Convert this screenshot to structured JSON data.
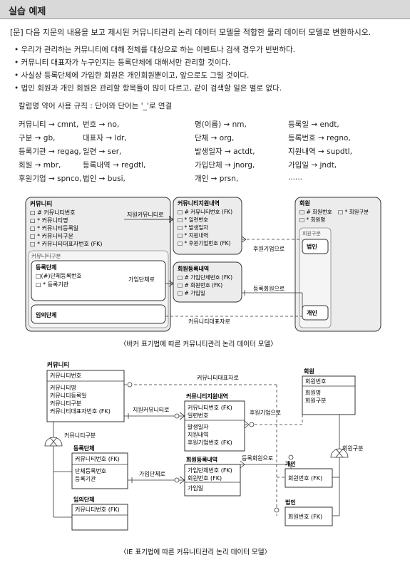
{
  "header": {
    "title": "실습 예제"
  },
  "question": "[문] 다음 지문의 내용을 보고 제시된 커뮤니티관리 논리 데이터 모델을 적합한 물리 데이터 모델로 변환하시오.",
  "bullets": [
    "• 우리가 관리하는 커뮤니티에 대해 전체를 대상으로 하는 이벤트나 검색 경우가 빈번하다.",
    "• 커뮤니티 대표자가 누구인지는 등록단체에 대해서만 관리할 것이다.",
    "• 사실상 등록단체에 가입한 회원은 개인회원뿐이고, 앞으로도 그럴 것이다.",
    "• 법인 회원과 개인 회원은 관리할 항목들이 많이 다르고, 같이 검색할 일은 별로 없다."
  ],
  "rule": "칼럼명 약어 사용 규칙 : 단어와 단어는 '_'로 연결",
  "abbrev": [
    [
      "커뮤니티 → cmnt,",
      "번호 → no,",
      "명(이름) → nm,",
      "등록일 → endt,"
    ],
    [
      "구분 → gb,",
      "대표자 → ldr,",
      "단체 → org,",
      "등록번호 → regno,"
    ],
    [
      "등록기관 → regag,",
      "일련 → ser,",
      "발생일자 → actdt,",
      "지원내역 → supdtl,"
    ],
    [
      "회원 → mbr,",
      "등록내역 → regdtl,",
      "가입단체 → jnorg,",
      "가입일 → jndt,"
    ],
    [
      "후원기업 → spnco,",
      "법인 → busi,",
      "개인 → prsn,",
      "......"
    ]
  ],
  "d1": {
    "cmnt_title": "커뮤니티",
    "cmnt_attrs": [
      "□ # 커뮤니티번호",
      "□ * 커뮤니티명",
      "□ * 커뮤니티등록일",
      "□ * 커뮤니티구분",
      "□ * 커뮤니티대표자번호 (FK)"
    ],
    "cmnt_gb": "커뮤니티구분",
    "regorg_title": "등록단체",
    "regorg_attrs": [
      "□(#)단체등록번호",
      "□ * 등록기관"
    ],
    "anon_title": "임의단체",
    "sup_title": "커뮤니티지원내역",
    "sup_attrs": [
      "□ # 커뮤니티번호 (FK)",
      "□ * 일련번호",
      "□ * 발생일자",
      "□ * 지원내역",
      "□ * 후원기업번호 (FK)"
    ],
    "mreg_title": "회원등록내역",
    "mreg_attrs": [
      "□ # 가입단체번호 (FK)",
      "□ # 회원번호 (FK)",
      "□ # 가입일"
    ],
    "mbr_title": "회원",
    "mbr_attr1": "□ # 회원번호",
    "mbr_attr2": "□ * 회원구분",
    "mbr_attr3": "□ * 회원명",
    "mbr_gb": "회원구분",
    "busi": "법인",
    "prsn": "개인",
    "rel_sup": "지원커뮤니티로",
    "rel_join": "가입단체로",
    "rel_spn": "후원기업으로",
    "rel_regmbr": "등록회원으로",
    "rel_ldr": "커뮤니티대표자로",
    "caption": "〈바커 표기법에 따른 커뮤니티관리 논리 데이터 모델〉"
  },
  "d2": {
    "cmnt_title": "커뮤니티",
    "cmnt_pk": "커뮤니티번호",
    "cmnt_attrs": [
      "커뮤니티명",
      "커뮤니티등록일",
      "커뮤니티구분",
      "커뮤니티대표자번호 (FK)"
    ],
    "cmnt_gb": "커뮤니티구분",
    "regorg_title": "등록단체",
    "regorg_pk": "커뮤니티번호 (FK)",
    "regorg_attrs": [
      "단체등록번호",
      "등록기관"
    ],
    "anon_title": "임의단체",
    "anon_pk": "커뮤니티번호 (FK)",
    "sup_title": "커뮤니티지원내역",
    "sup_pk": [
      "커뮤니티번호 (FK)",
      "일련번호"
    ],
    "sup_attrs": [
      "발생일자",
      "지원내역",
      "후원기업번호 (FK)"
    ],
    "mreg_title": "회원등록내역",
    "mreg_pk": [
      "가입단체번호 (FK)",
      "회원번호 (FK)"
    ],
    "mreg_attrs": [
      "가입일"
    ],
    "mbr_title": "회원",
    "mbr_pk": "회원번호",
    "mbr_attrs": [
      "회원명",
      "회원구분"
    ],
    "mbr_gb": "회원구분",
    "prsn_title": "개인",
    "prsn_pk": "회원번호 (FK)",
    "busi_title": "법인",
    "busi_pk": "회원번호 (FK)",
    "rel_ldr": "커뮤니티대표자로",
    "rel_sup": "지원커뮤니티로",
    "rel_spn": "후원기업으로",
    "rel_join": "가입단체로",
    "rel_regmbr": "등록회원으로",
    "caption": "〈IE 표기법에 따른 커뮤니티관리 논리 데이터 모델〉"
  }
}
